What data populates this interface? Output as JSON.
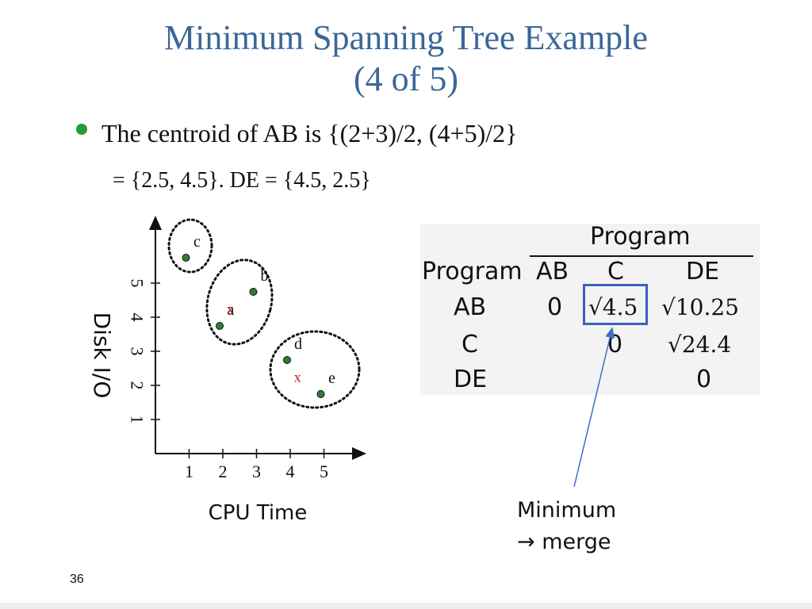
{
  "slide": {
    "title_line1": "Minimum Spanning Tree Example",
    "title_line2": "(4 of 5)",
    "bullet": "The centroid of AB is {(2+3)/2, (4+5)/2}",
    "subline": "= {2.5, 4.5}.  DE = {4.5, 2.5}",
    "page_number": "36",
    "colors": {
      "title": "#3a6796",
      "bullet": "#1f9e3a",
      "centroid": "#d01010",
      "highlight": "#3b5fc4"
    }
  },
  "plot": {
    "x_label": "CPU Time",
    "y_label": "Disk I/O",
    "x_ticks": [
      "1",
      "2",
      "3",
      "4",
      "5"
    ],
    "y_ticks": [
      "1",
      "2",
      "3",
      "4",
      "5"
    ],
    "points": [
      {
        "label": "c",
        "x": 1,
        "y": 6
      },
      {
        "label": "b",
        "x": 3,
        "y": 5
      },
      {
        "label": "a",
        "x": 2,
        "y": 4
      },
      {
        "label": "d",
        "x": 4,
        "y": 3
      },
      {
        "label": "e",
        "x": 5,
        "y": 2
      }
    ],
    "centroids": [
      {
        "label": "x",
        "x": 2.5,
        "y": 4.5
      },
      {
        "label": "x",
        "x": 4.5,
        "y": 2.5
      }
    ]
  },
  "table": {
    "column_group": "Program",
    "row_header": "Program",
    "columns": [
      "AB",
      "C",
      "DE"
    ],
    "rows": [
      {
        "label": "AB",
        "cells": [
          "0",
          "√4.5",
          "√10.25"
        ]
      },
      {
        "label": "C",
        "cells": [
          "",
          "0",
          "√24.4"
        ]
      },
      {
        "label": "DE",
        "cells": [
          "",
          "",
          "0"
        ]
      }
    ]
  },
  "annotation": {
    "line1": "Minimum",
    "line2": "→ merge"
  }
}
